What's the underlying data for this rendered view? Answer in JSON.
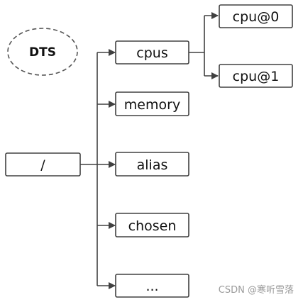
{
  "diagram": {
    "badge": "DTS",
    "root": "/",
    "children": [
      "cpus",
      "memory",
      "alias",
      "chosen",
      "..."
    ],
    "cpus_children": [
      "cpu@0",
      "cpu@1"
    ]
  },
  "watermark": "CSDN @寒听雪落",
  "colors": {
    "box_stroke": "#404040",
    "connector": "#404040",
    "text": "#111111",
    "watermark": "#9a9a9a"
  }
}
